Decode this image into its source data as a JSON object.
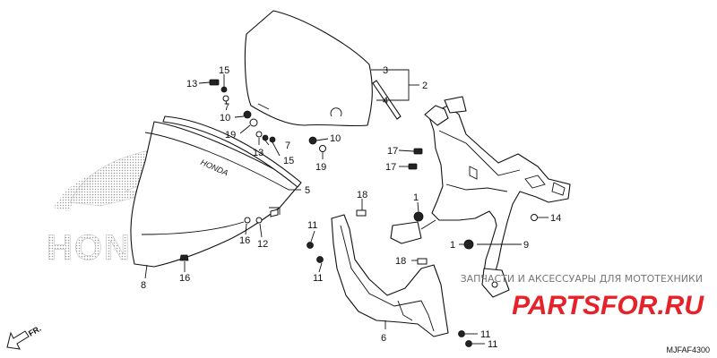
{
  "callouts": [
    {
      "id": "c-15a",
      "text": "15"
    },
    {
      "id": "c-13a",
      "text": "13"
    },
    {
      "id": "c-7a",
      "text": "7"
    },
    {
      "id": "c-10a",
      "text": "10"
    },
    {
      "id": "c-19a",
      "text": "19"
    },
    {
      "id": "c-13b",
      "text": "13"
    },
    {
      "id": "c-7b",
      "text": "7"
    },
    {
      "id": "c-15b",
      "text": "15"
    },
    {
      "id": "c-10b",
      "text": "10"
    },
    {
      "id": "c-19b",
      "text": "19"
    },
    {
      "id": "c-3",
      "text": "3"
    },
    {
      "id": "c-2",
      "text": "2"
    },
    {
      "id": "c-4",
      "text": "4"
    },
    {
      "id": "c-17a",
      "text": "17"
    },
    {
      "id": "c-17b",
      "text": "17"
    },
    {
      "id": "c-5",
      "text": "5"
    },
    {
      "id": "c-18a",
      "text": "18"
    },
    {
      "id": "c-1a",
      "text": "1"
    },
    {
      "id": "c-14",
      "text": "14"
    },
    {
      "id": "c-11a",
      "text": "11"
    },
    {
      "id": "c-11b",
      "text": "11"
    },
    {
      "id": "c-16a",
      "text": "16"
    },
    {
      "id": "c-12",
      "text": "12"
    },
    {
      "id": "c-1b",
      "text": "1"
    },
    {
      "id": "c-9",
      "text": "9"
    },
    {
      "id": "c-18b",
      "text": "18"
    },
    {
      "id": "c-8",
      "text": "8"
    },
    {
      "id": "c-16b",
      "text": "16"
    },
    {
      "id": "c-6",
      "text": "6"
    },
    {
      "id": "c-11c",
      "text": "11"
    },
    {
      "id": "c-11d",
      "text": "11"
    }
  ],
  "brand_watermark": "HONDA",
  "panel_emblem": "HONDA",
  "shop_watermark": {
    "caption": "ЗАПЧАСТИ И АКСЕССУАРЫ ДЛЯ МОТОТЕХНИКИ",
    "logo": "PARTSFOR.RU"
  },
  "direction_marker": "FR.",
  "diagram_code": "MJFAF4300",
  "colors": {
    "line": "#111111",
    "watermark_red": "#e52229",
    "watermark_grey": "#777777",
    "halftone": "#9a9a9a"
  }
}
